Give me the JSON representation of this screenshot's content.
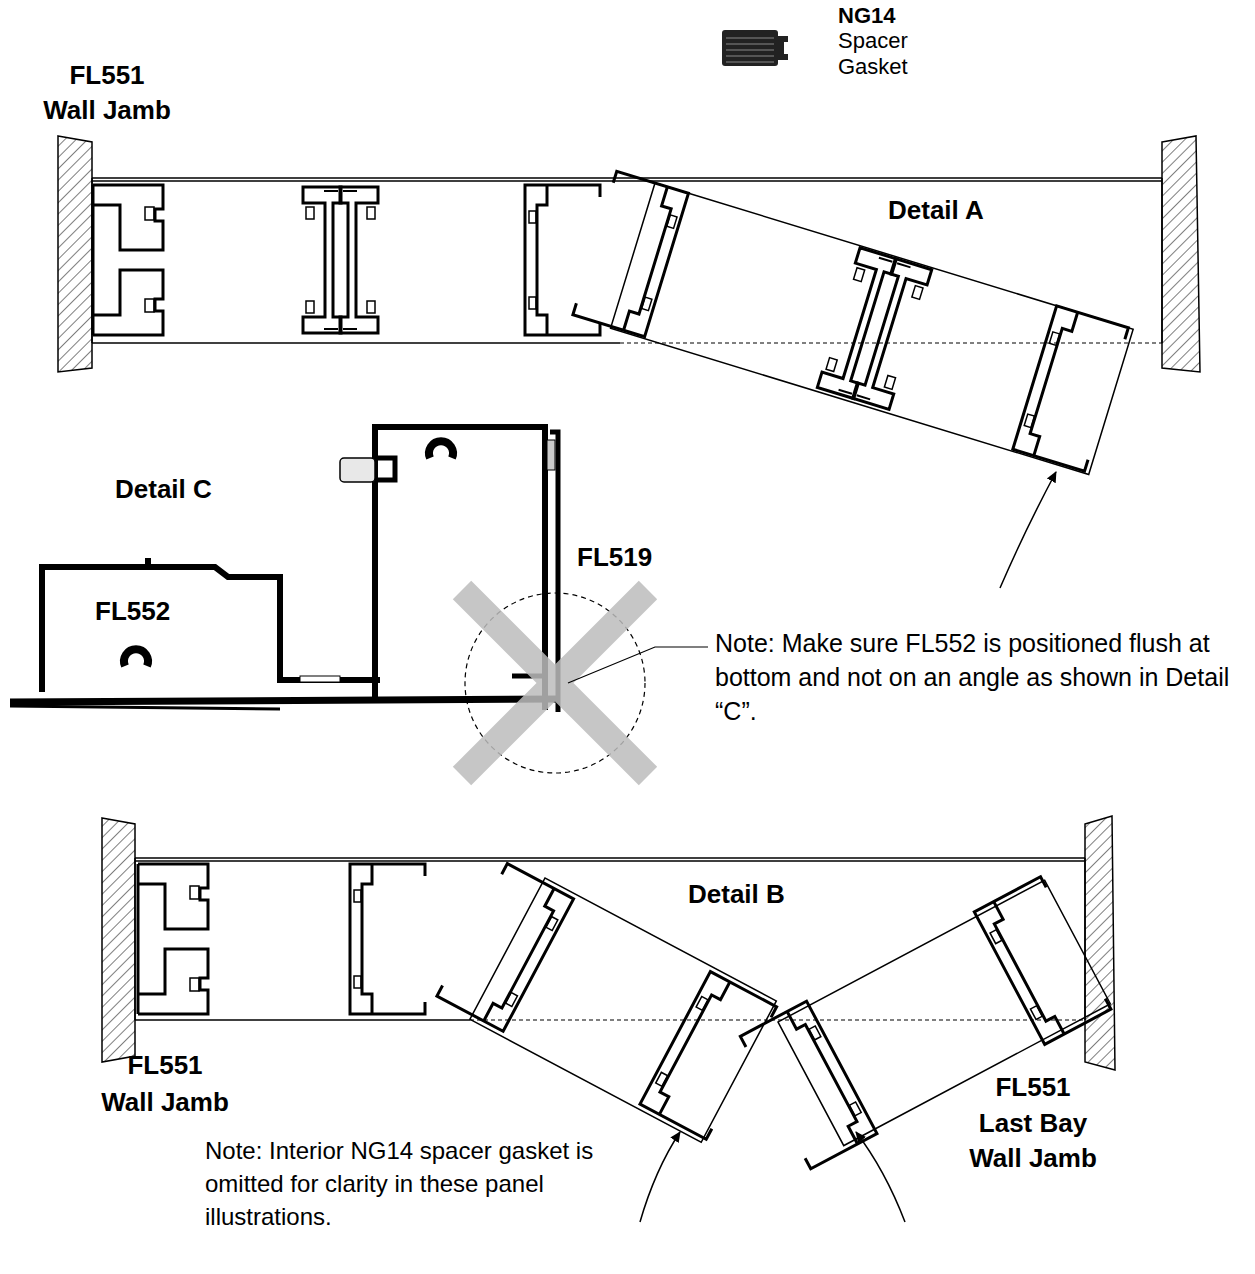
{
  "diagram": {
    "labels": [
      "NG14",
      "Spacer Gasket",
      "FL551",
      "Wall Jamb",
      "Detail A",
      "Detail C",
      "FL519",
      "FL552",
      "Note: Make sure FL552 is positioned flush at bottom and not on an angle as shown in Detail “C”.",
      "Detail B",
      "FL551",
      "Wall Jamb",
      "FL551",
      "Last Bay",
      "Wall Jamb",
      "Note: Interior NG14 spacer gasket is omitted for clarity in these panel illustrations."
    ]
  }
}
